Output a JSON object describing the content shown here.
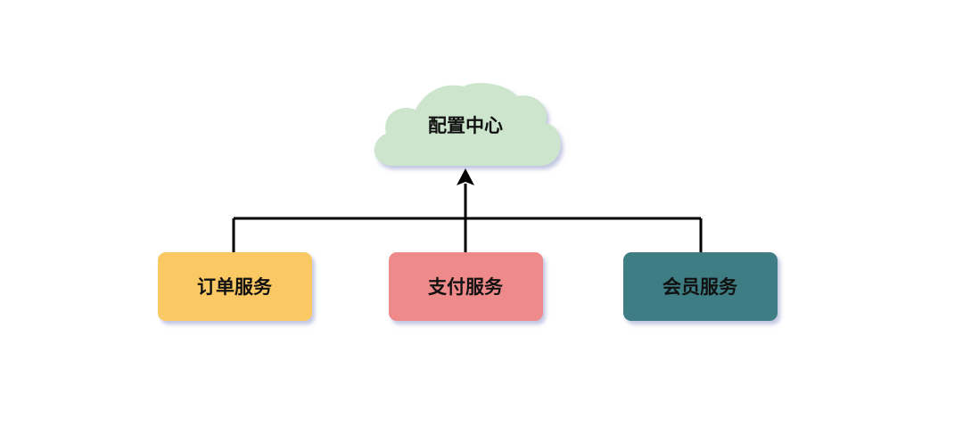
{
  "config_center": {
    "label": "配置中心",
    "color": "#CCE5CC"
  },
  "services": [
    {
      "label": "订单服务",
      "color": "#FAC963"
    },
    {
      "label": "支付服务",
      "color": "#EE8A89"
    },
    {
      "label": "会员服务",
      "color": "#3E7D83"
    }
  ],
  "connector_color": "#000000"
}
